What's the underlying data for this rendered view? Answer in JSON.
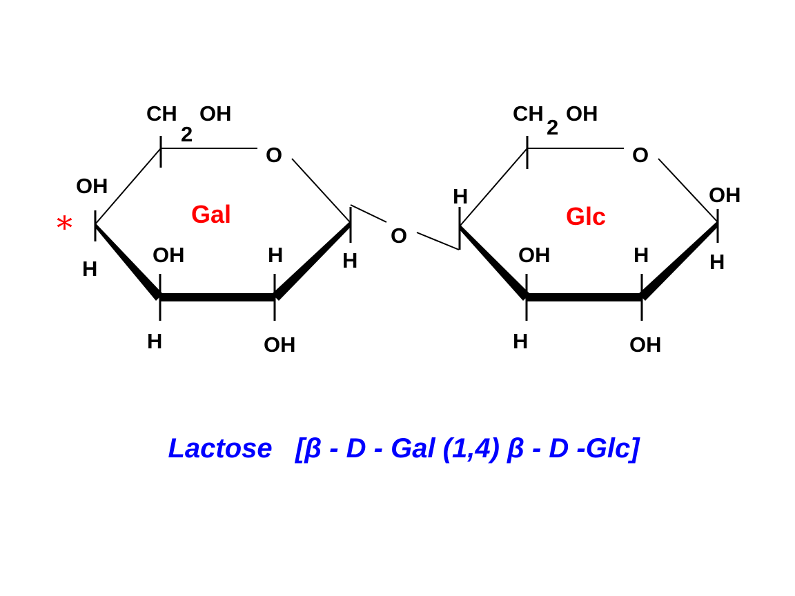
{
  "atoms": {
    "ch2": "CH",
    "sub2": "2",
    "oh": "OH",
    "o": "O",
    "h": "H",
    "asterisk": "*"
  },
  "rings": {
    "left_label": "Gal",
    "right_label": "Glc"
  },
  "caption": {
    "name": "Lactose",
    "formula": "[β - D - Gal (1,4) β - D -Glc]"
  },
  "colors": {
    "ring_label": "#ff0000",
    "caption": "#0000ff",
    "asterisk": "#ff0000",
    "bonds": "#000000"
  }
}
